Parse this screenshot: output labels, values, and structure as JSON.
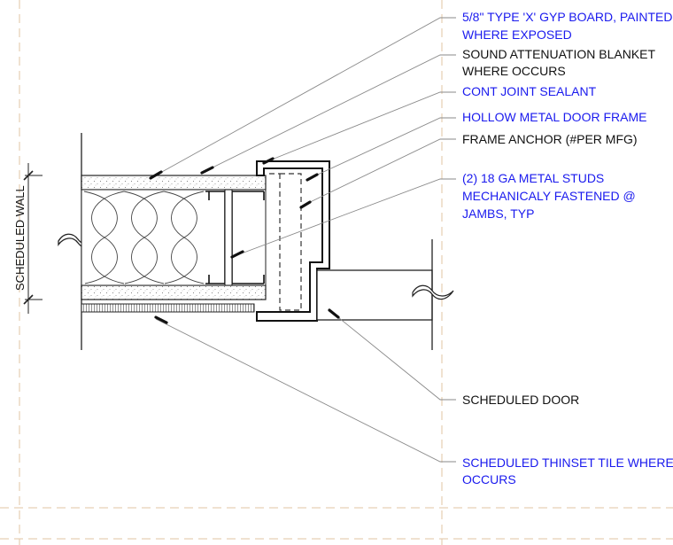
{
  "colors": {
    "black_notes": "#111111",
    "blue_notes": "#1a1aee",
    "leader_lines": "#8a8a8a",
    "grid_dash": "#d9b38c"
  },
  "dimension": {
    "label": "SCHEDULED WALL"
  },
  "notes": {
    "gyp_board": {
      "line1": "5/8\" TYPE 'X' GYP BOARD, PAINTED",
      "line2": "WHERE EXPOSED",
      "color": "blue"
    },
    "sound_blanket": {
      "line1": "SOUND ATTENUATION BLANKET",
      "line2": "WHERE OCCURS",
      "color": "black"
    },
    "joint_sealant": {
      "line1": "CONT JOINT SEALANT",
      "color": "blue"
    },
    "door_frame": {
      "line1": "HOLLOW METAL DOOR FRAME",
      "color": "blue"
    },
    "frame_anchor": {
      "line1": "FRAME ANCHOR (#PER MFG)",
      "color": "black"
    },
    "metal_studs": {
      "line1": "(2) 18 GA METAL STUDS",
      "line2": "MECHANICALY FASTENED @",
      "line3": "JAMBS, TYP",
      "color": "blue"
    },
    "scheduled_door": {
      "line1": "SCHEDULED DOOR",
      "color": "black"
    },
    "thinset_tile": {
      "line1": "SCHEDULED THINSET TILE WHERE",
      "line2": "OCCURS",
      "color": "blue"
    }
  }
}
